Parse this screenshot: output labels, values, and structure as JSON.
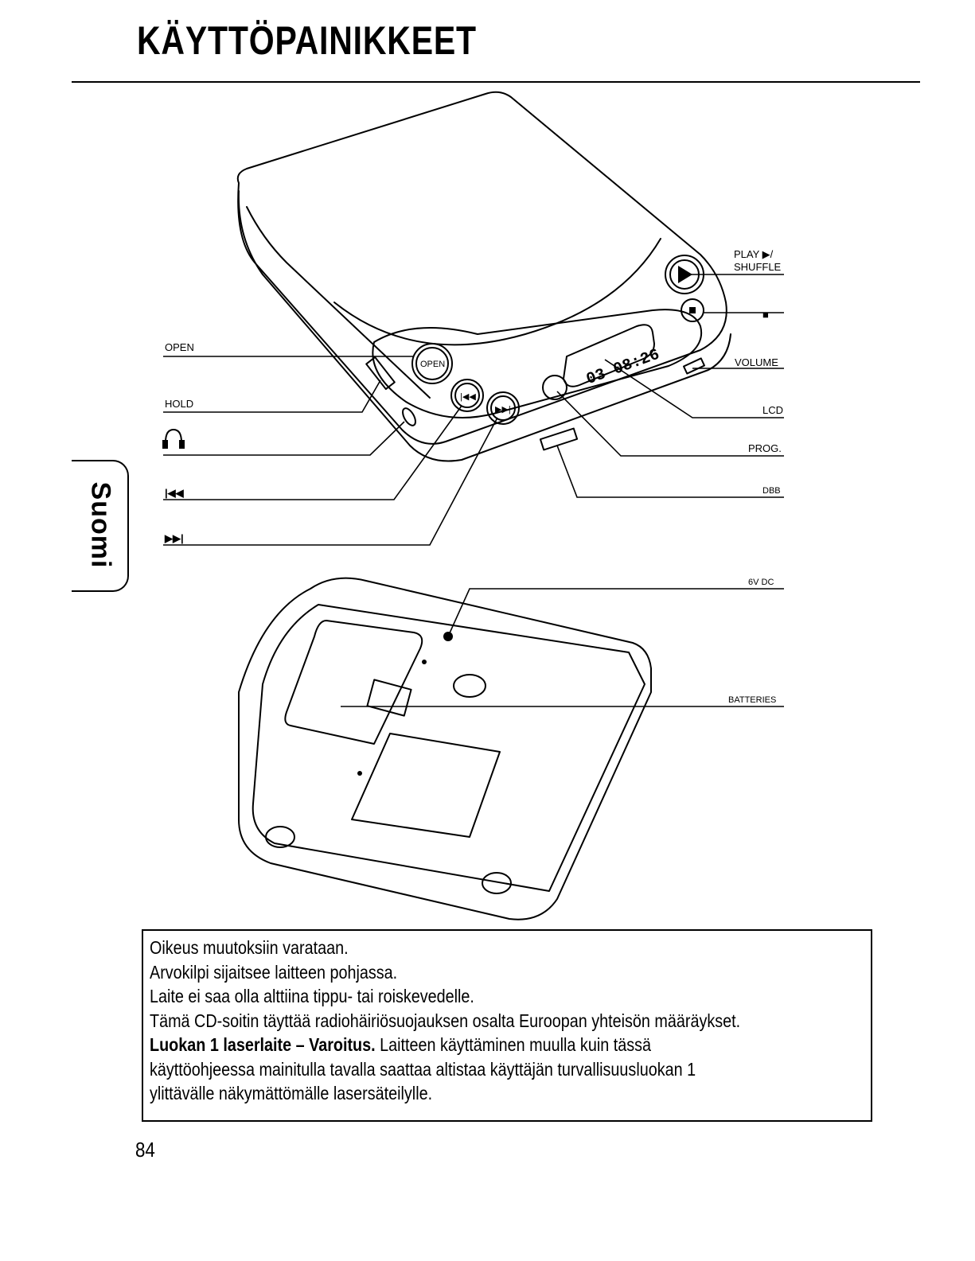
{
  "page": {
    "title": "KÄYTTÖPAINIKKEET",
    "side_tab": "Suomi",
    "page_number": "84"
  },
  "labels": {
    "play_shuffle_1": "PLAY ▶/",
    "play_shuffle_2": "SHUFFLE",
    "stop": "■",
    "volume": "VOLUME",
    "lcd": "LCD",
    "prog": "PROG.",
    "dbb": "DBB",
    "open": "OPEN",
    "hold": "HOLD",
    "headphones": "headphones-icon",
    "prev": "|◀◀",
    "next": "▶▶|",
    "dc": "6V DC",
    "batteries": "BATTERIES",
    "lcd_display": "03 08:26",
    "button_open": "OPEN"
  },
  "notice": {
    "lines": [
      "Oikeus muutoksiin varataan.",
      "Arvokilpi sijaitsee laitteen pohjassa.",
      "Laite ei saa olla alttiina tippu- tai roiskevedelle.",
      "Tämä CD-soitin täyttää radiohäiriösuojauksen osalta Euroopan yhteisön määräykset."
    ],
    "warning_bold": "Luokan 1 laserlaite – Varoitus.",
    "warning_text_1": " Laitteen käyttäminen muulla kuin tässä",
    "warning_text_2": "käyttöohjeessa mainitulla tavalla saattaa altistaa käyttäjän turvallisuusluokan 1",
    "warning_text_3": "ylittävälle näkymättömälle lasersäteilylle."
  }
}
